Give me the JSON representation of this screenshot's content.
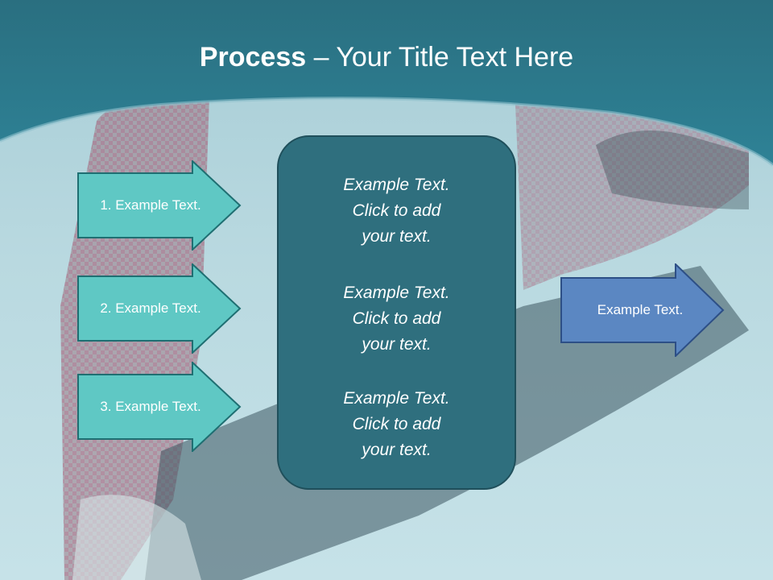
{
  "slide": {
    "title_bold": "Process",
    "title_rest": " – Your Title Text Here",
    "left_arrows": [
      {
        "label": "1. Example Text."
      },
      {
        "label": "2. Example Text."
      },
      {
        "label": "3. Example Text."
      }
    ],
    "center_box": {
      "items": [
        {
          "line1": "Example Text.",
          "line2": "Click  to add",
          "line3": "your text."
        },
        {
          "line1": "Example Text.",
          "line2": "Click  to add",
          "line3": "your text."
        },
        {
          "line1": "Example Text.",
          "line2": "Click  to add",
          "line3": "your text."
        }
      ]
    },
    "right_arrow": {
      "label": "Example Text."
    }
  },
  "colors": {
    "header": "#2b7a8c",
    "left_arrow_fill": "#5fc8c4",
    "center_box_fill": "#2f6f7e",
    "right_arrow_fill": "#5b87c2"
  }
}
